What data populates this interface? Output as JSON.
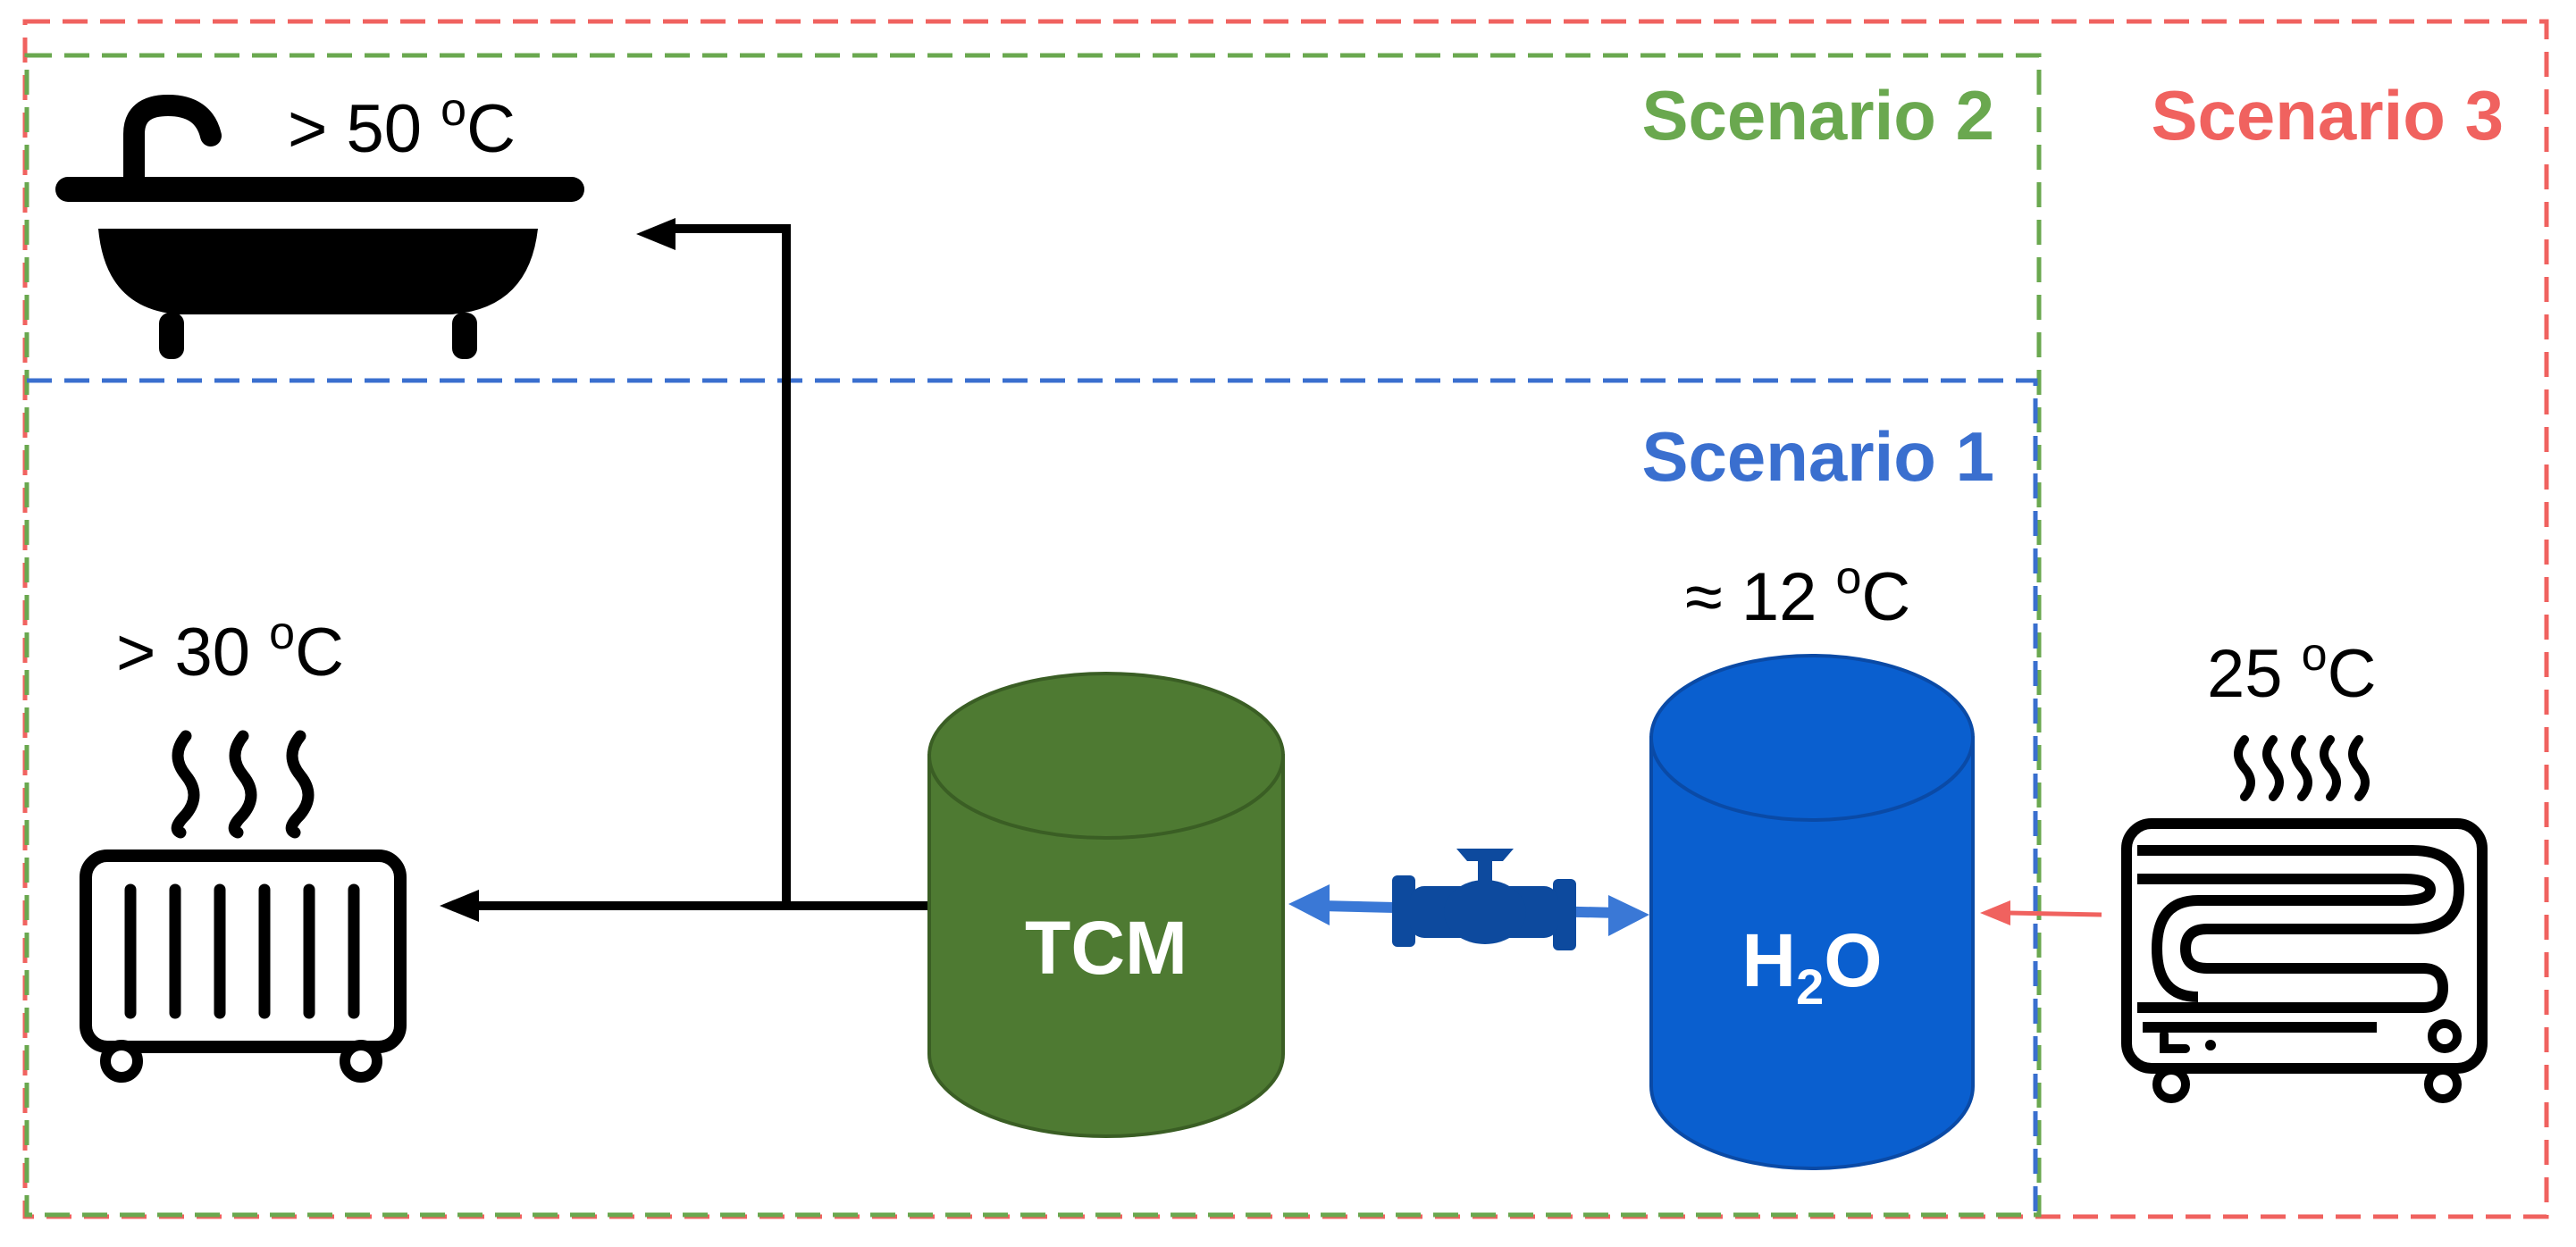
{
  "scenarios": {
    "scenario_1": {
      "label": "Scenario 1",
      "color": "#3a6fcf"
    },
    "scenario_2": {
      "label": "Scenario 2",
      "color": "#6aa84f"
    },
    "scenario_3": {
      "label": "Scenario 3",
      "color": "#f0625f"
    }
  },
  "temperatures": {
    "bath": {
      "prefix": "> 50 ",
      "sup": "o",
      "unit": "C"
    },
    "radiator": {
      "prefix": "> 30 ",
      "sup": "o",
      "unit": "C"
    },
    "water_tank": {
      "prefix": "≈ 12 ",
      "sup": "o",
      "unit": "C"
    },
    "heat_source": {
      "prefix": "25 ",
      "sup": "o",
      "unit": "C"
    }
  },
  "tanks": {
    "tcm": {
      "label": "TCM",
      "fill": "#4e7a32",
      "stroke": "#3a5e24"
    },
    "water": {
      "label_main": "H",
      "label_sub": "2",
      "label_end": "O",
      "fill": "#0a5fcf",
      "stroke": "#0a4aa6"
    }
  },
  "colors": {
    "line": "#000000",
    "double_arrow": "#3a78d6",
    "valve": "#0d4a9e",
    "heat_arrow": "#f0625f"
  }
}
